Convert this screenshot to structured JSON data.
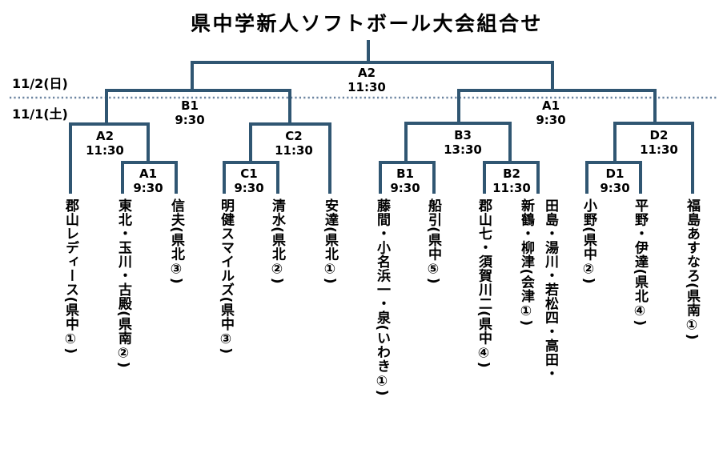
{
  "title": "県中学新人ソフトボール大会組合せ",
  "dates": {
    "day2": "11/2(日)",
    "day1": "11/1(土)"
  },
  "colors": {
    "line": "#305672",
    "divider": "#6b84a0",
    "text": "#000000",
    "background": "#ffffff"
  },
  "matches": {
    "final": {
      "code": "A2",
      "time": "11:30"
    },
    "semi_left": {
      "code": "B1",
      "time": "9:30"
    },
    "semi_right": {
      "code": "A1",
      "time": "9:30"
    },
    "qf_a2": {
      "code": "A2",
      "time": "11:30"
    },
    "qf_c2": {
      "code": "C2",
      "time": "11:30"
    },
    "qf_b3": {
      "code": "B3",
      "time": "13:30"
    },
    "qf_d2": {
      "code": "D2",
      "time": "11:30"
    },
    "r1_a1": {
      "code": "A1",
      "time": "9:30"
    },
    "r1_c1": {
      "code": "C1",
      "time": "9:30"
    },
    "r1_b1": {
      "code": "B1",
      "time": "9:30"
    },
    "r1_b2": {
      "code": "B2",
      "time": "11:30"
    },
    "r1_d1": {
      "code": "D1",
      "time": "9:30"
    }
  },
  "teams": [
    {
      "name": [
        "郡山レディース(県中①)"
      ]
    },
    {
      "name": [
        "東北・玉川・古殿(県南②)"
      ]
    },
    {
      "name": [
        "信夫(県北③)"
      ]
    },
    {
      "name": [
        "明健スマイルズ(県中③)"
      ]
    },
    {
      "name": [
        "清水(県北②)"
      ]
    },
    {
      "name": [
        "安達(県北①)"
      ]
    },
    {
      "name": [
        "藤間・小名浜一・泉(いわき①)"
      ]
    },
    {
      "name": [
        "船引(県中⑤)"
      ]
    },
    {
      "name": [
        "郡山七・須賀川二(県中④)"
      ]
    },
    {
      "name": [
        "田島・湯川・若松四・高田・",
        "新鶴・柳津(会津①)"
      ]
    },
    {
      "name": [
        "小野(県中②)"
      ]
    },
    {
      "name": [
        "平野・伊達(県北④)"
      ]
    },
    {
      "name": [
        "福島あすなろ(県南①)"
      ]
    }
  ]
}
